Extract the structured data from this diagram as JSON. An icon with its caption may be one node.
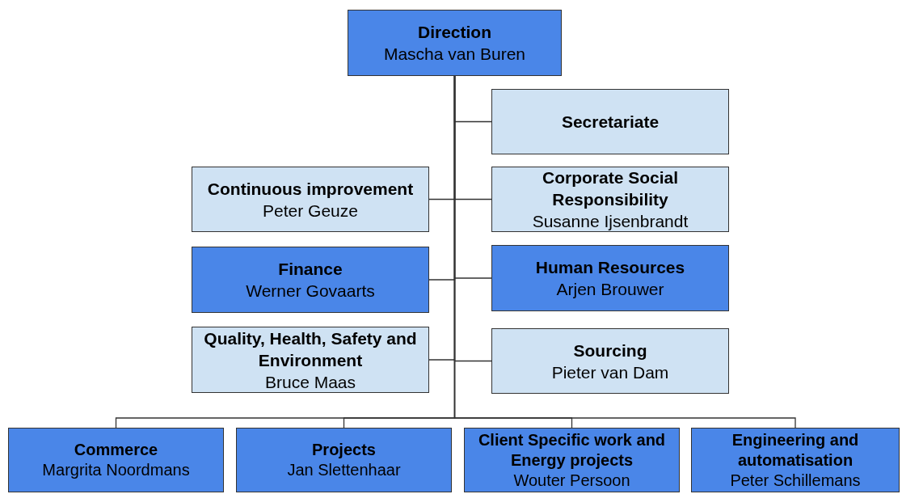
{
  "diagram": {
    "nodes": [
      {
        "text": [
          "Direction",
          "Mascha van Buren"
        ]
      },
      {
        "text": [
          "Secretariate"
        ]
      },
      {
        "text": [
          "Continuous improvement",
          "Peter Geuze"
        ]
      },
      {
        "text": [
          "Corporate Social Responsibility",
          "Susanne Ijsenbrandt"
        ]
      },
      {
        "text": [
          "Finance",
          "Werner Govaarts"
        ]
      },
      {
        "text": [
          "Human Resources",
          "Arjen Brouwer"
        ]
      },
      {
        "text": [
          "Quality, Health, Safety and Environment",
          "Bruce Maas"
        ]
      },
      {
        "text": [
          "Sourcing",
          "Pieter van Dam"
        ]
      },
      {
        "text": [
          "Commerce",
          "Margrita Noordmans"
        ]
      },
      {
        "text": [
          "Projects",
          "Jan Slettenhaar"
        ]
      },
      {
        "text": [
          "Client Specific work and Energy projects",
          "Wouter Persoon"
        ]
      },
      {
        "text": [
          "Engineering and automatisation",
          "Peter Schillemans"
        ]
      }
    ],
    "edges": [
      {
        "from": 0,
        "to": 1,
        "arrow": "none"
      },
      {
        "from": 0,
        "to": 2,
        "arrow": "none"
      },
      {
        "from": 0,
        "to": 3,
        "arrow": "none"
      },
      {
        "from": 0,
        "to": 4,
        "arrow": "none"
      },
      {
        "from": 0,
        "to": 5,
        "arrow": "none"
      },
      {
        "from": 0,
        "to": 6,
        "arrow": "none"
      },
      {
        "from": 0,
        "to": 7,
        "arrow": "none"
      },
      {
        "from": 0,
        "to": 8,
        "arrow": "none"
      },
      {
        "from": 0,
        "to": 9,
        "arrow": "none"
      },
      {
        "from": 0,
        "to": 10,
        "arrow": "none"
      },
      {
        "from": 0,
        "to": 11,
        "arrow": "none"
      }
    ]
  }
}
